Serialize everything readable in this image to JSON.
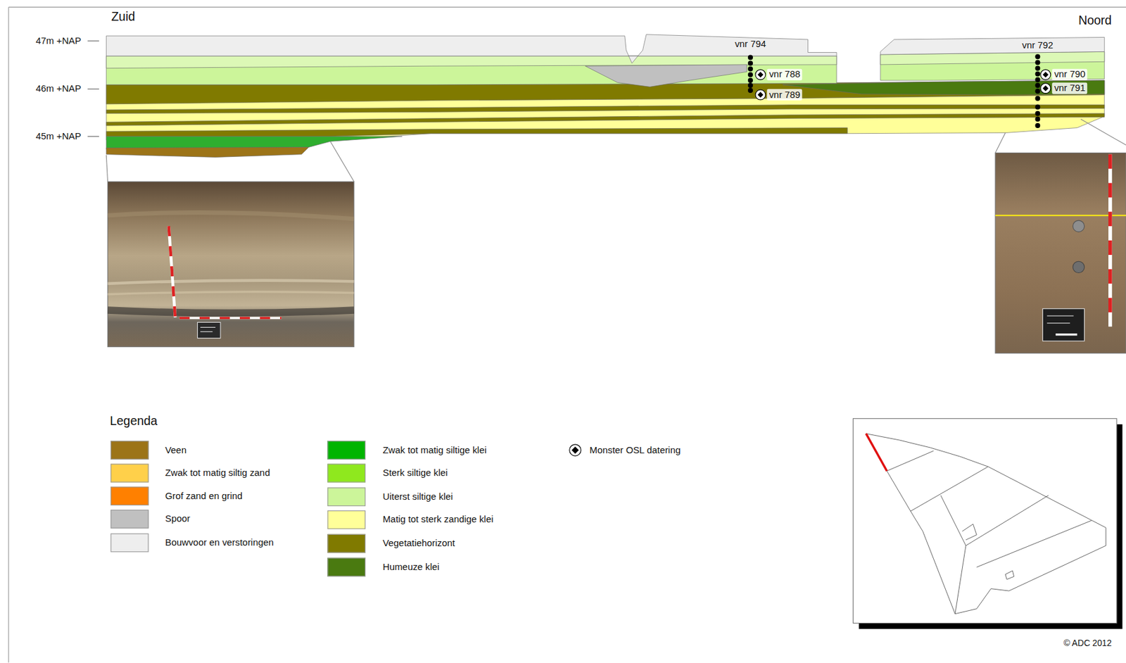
{
  "diagram": {
    "labels": [
      "Zuid",
      "Noord",
      "47m +NAP",
      "46m +NAP",
      "45m +NAP",
      "vnr 794",
      "vnr 792",
      "vnr 788",
      "vnr 789",
      "vnr 790",
      "vnr 791",
      "Legenda",
      "© ADC 2012"
    ],
    "legend": [
      {
        "text": "Veen",
        "color": "#9c7418"
      },
      {
        "text": "Zwak tot matig siltig zand",
        "color": "#ffd04a"
      },
      {
        "text": "Grof zand en grind",
        "color": "#ff8000"
      },
      {
        "text": "Spoor",
        "color": "#c0c0c0"
      },
      {
        "text": "Bouwvoor en verstoringen",
        "color": "#eeeeee"
      },
      {
        "text": "Zwak tot matig siltige klei",
        "color": "#00b400"
      },
      {
        "text": "Sterk siltige klei",
        "color": "#8fe81e"
      },
      {
        "text": "Uiterst siltige klei",
        "color": "#ccf59a"
      },
      {
        "text": "Matig tot sterk zandige klei",
        "color": "#ffff99"
      },
      {
        "text": "Vegetatiehorizont",
        "color": "#807a00"
      },
      {
        "text": "Humeuze klei",
        "color": "#4a7a10"
      },
      {
        "text": "Monster OSL datering"
      }
    ]
  }
}
